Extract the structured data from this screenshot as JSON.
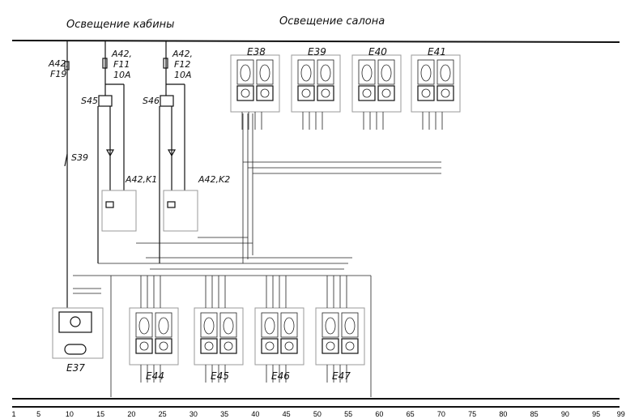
{
  "titles": {
    "cabin": "Освещение кабины",
    "salon": "Освещение салона"
  },
  "fuses": [
    {
      "id": "A42,",
      "name": "F19",
      "rating": ""
    },
    {
      "id": "A42,",
      "name": "F11",
      "rating": "10A"
    },
    {
      "id": "A42,",
      "name": "F12",
      "rating": "10A"
    }
  ],
  "switches": [
    "S45",
    "S46",
    "S39"
  ],
  "relays": [
    "A42,K1",
    "A42,K2"
  ],
  "lamps_top": [
    "E38",
    "E39",
    "E40",
    "E41"
  ],
  "lamps_bottom": [
    "E44",
    "E45",
    "E46",
    "E47"
  ],
  "cabin_lamp": "E37",
  "scale": [
    "1",
    "5",
    "10",
    "15",
    "20",
    "25",
    "30",
    "35",
    "40",
    "45",
    "50",
    "55",
    "60",
    "65",
    "70",
    "75",
    "80",
    "85",
    "90",
    "95",
    "99"
  ]
}
